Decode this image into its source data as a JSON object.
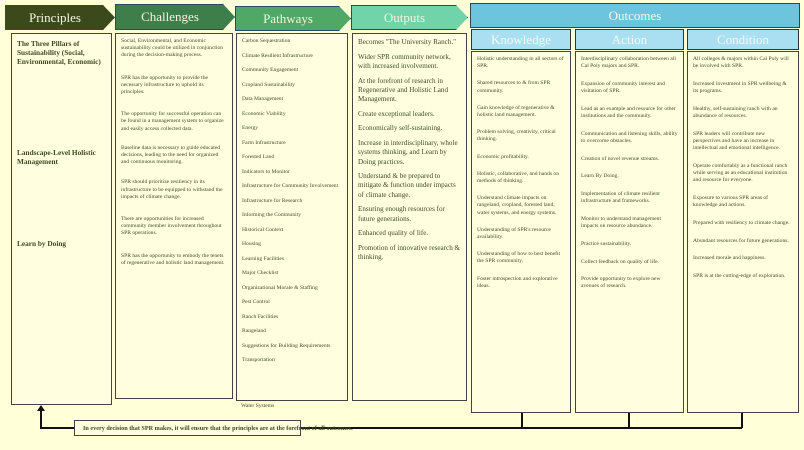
{
  "headers": {
    "principles": "Principles",
    "challenges": "Challenges",
    "pathways": "Pathways",
    "outputs": "Outputs",
    "outcomes": "Outcomes",
    "knowledge": "Knowledge",
    "action": "Action",
    "condition": "Condition"
  },
  "colors": {
    "principles": "#3c4a1b",
    "challenges": "#3e7e4a",
    "pathways": "#4fa866",
    "outputs": "#70d3a9",
    "outcomes": "#6cc4dd",
    "outcome_sub": "#aadff1",
    "background": "#ffffd8"
  },
  "principles": [
    "The Three Pillars of Sustainability (Social, Environmental, Economic)",
    "Landscape-Level Holistic Management",
    "Learn by Doing"
  ],
  "challenges": [
    "Social, Environmental, and Economic sustainability could be utilized in conjunction during the decision-making process.",
    "SPR has the opportunity to provide the necessary infrastructure to uphold its principles.",
    "The opportunity for successful operation can be found in a management system to organize and easily access collected data.",
    "Baseline data is necessary to guide educated decisions, leading to the need for organized and continuous monitoring.",
    "SPR should prioritize resiliency in its infrastructure to be equipped to withstand the impacts of climate change.",
    "There are opportunities for increased community member involvement throughout SPR operations.",
    "SPR has the opportunity to embody the tenets of regenerative and holistic land management."
  ],
  "pathways": [
    "Carbon Sequestration",
    "Climate Resilient Infrastructure",
    "Community Engagement",
    "Cropland Sustainability",
    "Data Management",
    "Economic Viability",
    "Energy",
    "Farm Infrastructure",
    "Forested Land",
    "Indicators to Monitor",
    "Infrastructure for Community Involvement",
    "Infrastructure for Research",
    "Informing the Community",
    "Historical Context",
    "Housing",
    "Learning Facilities",
    "Major Checklist",
    "Organizational Morale & Staffing",
    "Pest Control",
    "Ranch Facilities",
    "Rangeland",
    "Suggestions for Building Requirements",
    "Transportation",
    "Water Systems"
  ],
  "outputs": [
    "Becomes \"The University Ranch.\"",
    "Wider SPR community network, with increased involvement.",
    "At the forefront of research in Regenerative and Holistic Land Management.",
    "Create exceptional leaders.",
    "Economically self-sustaining.",
    "Increase in interdisciplinary, whole systems thinking, and Learn by Doing practices.",
    "Understand & be prepared to mitigate & function under impacts of climate change.",
    "Ensuring enough resources for future generations.",
    "Enhanced quality of life.",
    "Promotion of innovative research & thinking."
  ],
  "knowledge": [
    "Holistic understanding in all sectors of SPR.",
    "Shared resources to & from SPR community.",
    "Gain knowledge of regenerative & holistic land management.",
    "Problem solving, creativity, critical thinking.",
    "Economic profitability.",
    "Holistic, collaborative, and hands on methods of thinking.",
    "Understand climate impacts on rangeland, cropland, forested land, water systems, and energy systems.",
    "Understanding of SPR's resource availability.",
    "Understanding of how to best benefit the SPR community.",
    "Foster introspection and explorative ideas."
  ],
  "action": [
    "Interdisciplinary collaboration between all Cal Poly majors and SPR.",
    "Expansion of community interest and visitation of SPR.",
    "Lead as an example and resource for other institutions and the community.",
    "Communication and listening skills, ability to overcome obstacles.",
    "Creation of novel revenue streams.",
    "Learn By Doing.",
    "Implementation of climate resilient infrastructure and frameworks.",
    "Monitor to understand management impacts on resource abundance.",
    "Practice sustainability.",
    "Collect feedback on quality of life.",
    "Provide opportunity to explore new avenues of research."
  ],
  "condition": [
    "All colleges & majors within Cal Poly will be involved with SPR.",
    "Increased investment in SPR wellbeing & its programs.",
    "Healthy, self-sustaining ranch with an abundance of resources.",
    "SPR leaders will contribute new perspectives and have an increase in intellectual and emotional intelligence.",
    "Operate comfortably as a functional ranch while serving as an educational institution and resource for everyone.",
    "Exposure to various SPR areas of knowledge and actions.",
    "Prepared with resiliency to climate change.",
    "Abundant resources for future generations.",
    "Increased morale and happiness.",
    "SPR is at the cutting-edge of exploration."
  ],
  "footer_note": "In every decision that SPR makes, it will ensure that the principles are at the forefront of all outcomes."
}
